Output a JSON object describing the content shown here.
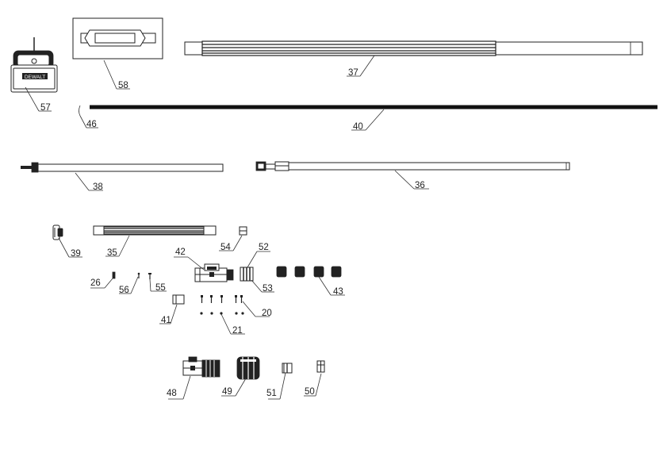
{
  "labels": {
    "p57": "57",
    "p58": "58",
    "p37": "37",
    "p46": "46",
    "p40": "40",
    "p38": "38",
    "p36": "36",
    "p39": "39",
    "p35": "35",
    "p54": "54",
    "p42": "42",
    "p52": "52",
    "p53": "53",
    "p43": "43",
    "p26": "26",
    "p56": "56",
    "p55": "55",
    "p20": "20",
    "p41": "41",
    "p21": "21",
    "p48": "48",
    "p49": "49",
    "p51": "51",
    "p50": "50"
  },
  "logo_text": "DEWALT",
  "colors": {
    "line": "#222222",
    "label": "#222222",
    "background": "#ffffff"
  }
}
